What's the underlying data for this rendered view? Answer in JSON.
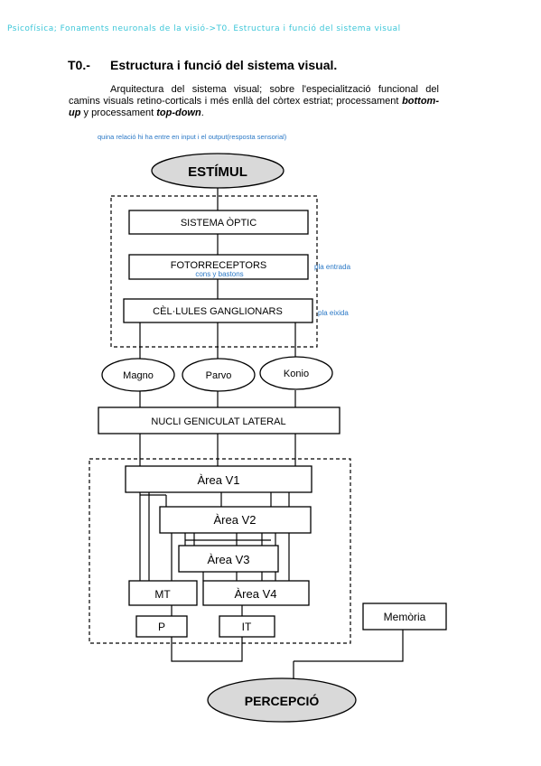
{
  "header": "Psicofísica; Fonaments neuronals de la visió->T0. Estructura i funció del sistema visual",
  "title": {
    "number": "T0.-",
    "text": "Estructura i funció del sistema visual."
  },
  "intro": {
    "part1": "Arquitectura del sistema visual; sobre l'especialització funcional del camins visuals retino-corticals i més enllà del còrtex estriat; processament ",
    "bold1": "bottom-up",
    "part2": " y processament ",
    "bold2": "top-down",
    "part3": "."
  },
  "notes": {
    "question": "quina relació hi ha entre en input i el output(resposta sensorial)",
    "cones": "cons y bastons",
    "input_layer": "pla entrada",
    "output_layer": "pla eixida"
  },
  "diagram": {
    "stimulus": "ESTÍMUL",
    "optic": "SISTEMA ÒPTIC",
    "photoreceptors": "FOTORRECEPTORS",
    "ganglion": "CÈL·LULES GANGLIONARS",
    "magno": "Magno",
    "parvo": "Parvo",
    "konio": "Konio",
    "lgn": "NUCLI GENICULAT LATERAL",
    "v1": "Àrea V1",
    "v2": "Àrea V2",
    "v3": "Àrea V3",
    "mt": "MT",
    "v4": "Àrea V4",
    "p": "P",
    "it": "IT",
    "memory": "Memòria",
    "perception": "PERCEPCIÓ"
  }
}
